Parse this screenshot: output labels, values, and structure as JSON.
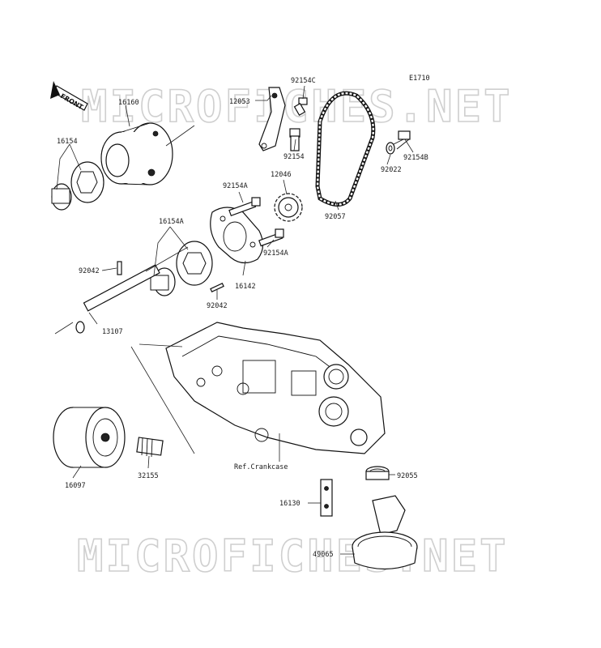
{
  "diagram_code": "E1710",
  "watermark": {
    "text": "MICROFICHES.NET",
    "color": "#cfcfcf"
  },
  "front_marker": "FRONT",
  "reference_label": "Ref.Crankcase",
  "parts": {
    "p92154C": "92154C",
    "p12053": "12053",
    "p16160": "16160",
    "p92154": "92154",
    "p16154": "16154",
    "p12046": "12046",
    "p92022": "92022",
    "p92154B": "92154B",
    "p92154A_1": "92154A",
    "p92057": "92057",
    "p16154A": "16154A",
    "p92154A_2": "92154A",
    "p92042_1": "92042",
    "p16142": "16142",
    "p92042_2": "92042",
    "p13107": "13107",
    "p16097": "16097",
    "p32155": "32155",
    "p92055": "92055",
    "p16130": "16130",
    "p49065": "49065"
  }
}
